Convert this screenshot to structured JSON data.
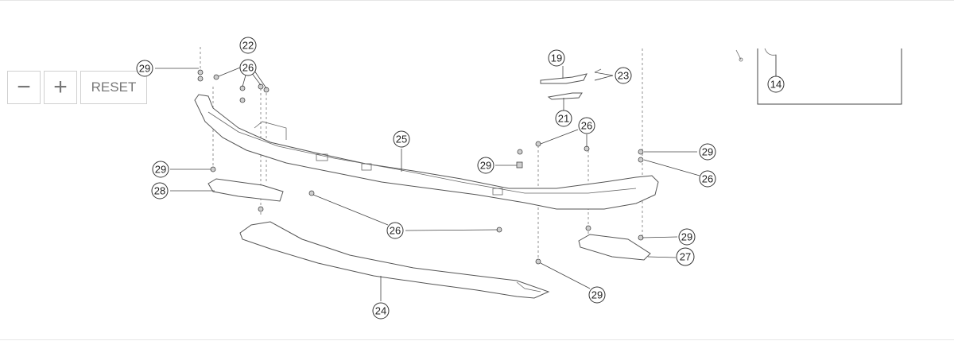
{
  "controls": {
    "zoom_out_label": "−",
    "zoom_in_label": "+",
    "reset_label": "RESET"
  },
  "callouts": [
    {
      "id": "c22",
      "label": "22",
      "highlighted": false
    },
    {
      "id": "c29a",
      "label": "29",
      "highlighted": false
    },
    {
      "id": "c26a",
      "label": "26",
      "highlighted": false
    },
    {
      "id": "c19",
      "label": "19",
      "highlighted": false
    },
    {
      "id": "c23",
      "label": "23",
      "highlighted": false
    },
    {
      "id": "c14",
      "label": "14",
      "highlighted": false
    },
    {
      "id": "c21",
      "label": "21",
      "highlighted": false
    },
    {
      "id": "c26b",
      "label": "26",
      "highlighted": false
    },
    {
      "id": "c25",
      "label": "25",
      "highlighted": false
    },
    {
      "id": "c29b",
      "label": "29",
      "highlighted": false
    },
    {
      "id": "c29c",
      "label": "29",
      "highlighted": false
    },
    {
      "id": "c26c",
      "label": "26",
      "highlighted": false
    },
    {
      "id": "c29d",
      "label": "29",
      "highlighted": false
    },
    {
      "id": "c28",
      "label": "28",
      "highlighted": false
    },
    {
      "id": "c26d",
      "label": "26",
      "highlighted": false
    },
    {
      "id": "c29e",
      "label": "29",
      "highlighted": false
    },
    {
      "id": "c27",
      "label": "27",
      "highlighted": true
    },
    {
      "id": "c29f",
      "label": "29",
      "highlighted": false
    },
    {
      "id": "c24",
      "label": "24",
      "highlighted": false
    }
  ],
  "colors": {
    "highlight": "#d0303a",
    "line": "#444444"
  }
}
